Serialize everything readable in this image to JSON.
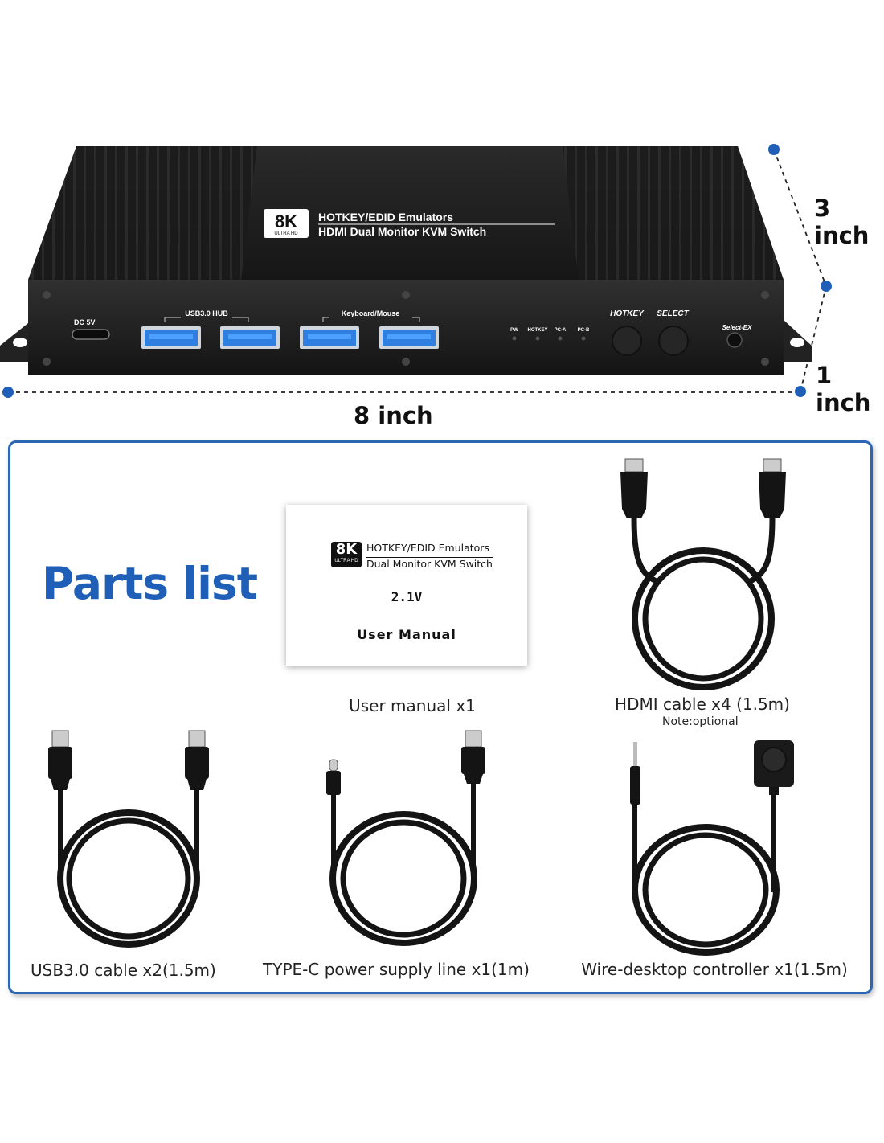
{
  "device": {
    "badge_main": "8K",
    "badge_sub": "ULTRA HD",
    "title_line1": "HOTKEY/EDID Emulators",
    "title_line2": "HDMI Dual Monitor KVM Switch",
    "port_dc": "DC 5V",
    "port_group_usb": "USB3.0 HUB",
    "port_group_km": "Keyboard/Mouse",
    "led_pw": "PW",
    "led_hotkey": "HOTKEY",
    "led_pca": "PC-A",
    "led_pcb": "PC-B",
    "btn_hotkey": "HOTKEY",
    "btn_select": "SELECT",
    "select_ex": "Select-EX",
    "body_color": "#1e1e1e",
    "port_color": "#2f7fe0"
  },
  "dimensions": {
    "depth": "3 inch",
    "height": "1 inch",
    "width": "8 inch",
    "marker_color": "#1f5fb8"
  },
  "parts": {
    "title": "Parts list",
    "manual": {
      "badge_main": "8K",
      "badge_sub": "ULTRA HD",
      "line1": "HOTKEY/EDID Emulators",
      "line2": "Dual Monitor KVM Switch",
      "version": "2.1V",
      "doc": "User Manual",
      "caption": "User manual x1"
    },
    "hdmi": {
      "caption": "HDMI cable x4 (1.5m)",
      "note": "Note:optional"
    },
    "usb": {
      "caption": "USB3.0 cable x2(1.5m)"
    },
    "typec": {
      "caption": "TYPE-C power supply line x1(1m)"
    },
    "controller": {
      "caption": "Wire-desktop controller x1(1.5m)"
    },
    "border_color": "#2b67b3"
  }
}
